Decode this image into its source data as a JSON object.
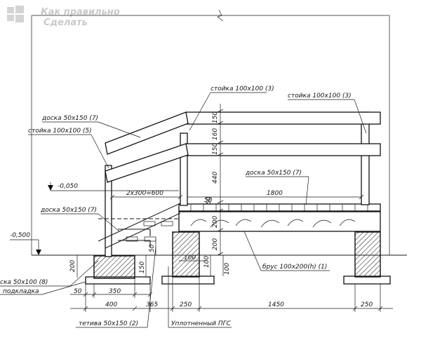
{
  "watermark": {
    "line1": "Как правильно",
    "line2": "Сделать"
  },
  "labels": {
    "stoika_left": "стойка 100х100 (3)",
    "stoika_right": "стойка 100х100 (3)",
    "doska_top": "доска 50х150 (7)",
    "stoika_5": "стойка 100х100 (5)",
    "level_0050": "-0,050",
    "doska_mid": "доска 50х150 (7)",
    "doska_deck": "доска 50х150 (7)",
    "level_0500": "-0,500",
    "doska_8": "ска 50х100 (8)",
    "podkladka": "подкладка",
    "brus": "брус 100х200(h) (1)",
    "tetiva": "тетива 50х150 (2)",
    "pgs": "Уплотненный ПГС"
  },
  "dimensions": {
    "v150_top": "150",
    "v160": "160",
    "v150_b": "150",
    "v440": "440",
    "v50_deck": "50",
    "v200_beam": "200",
    "v200_low": "200",
    "v200_left": "200",
    "v150_step": "150",
    "v50_step": "50",
    "v100_a": "100",
    "v100_b": "100",
    "h_2x300": "2х300=600",
    "h_1800": "1800",
    "h_50": "50",
    "h_350": "350",
    "h_50b": "50",
    "h_400": "400",
    "h_365": "365",
    "h_250_a": "250",
    "h_1450": "1450",
    "h_250_b": "250",
    "h_100": "100"
  }
}
